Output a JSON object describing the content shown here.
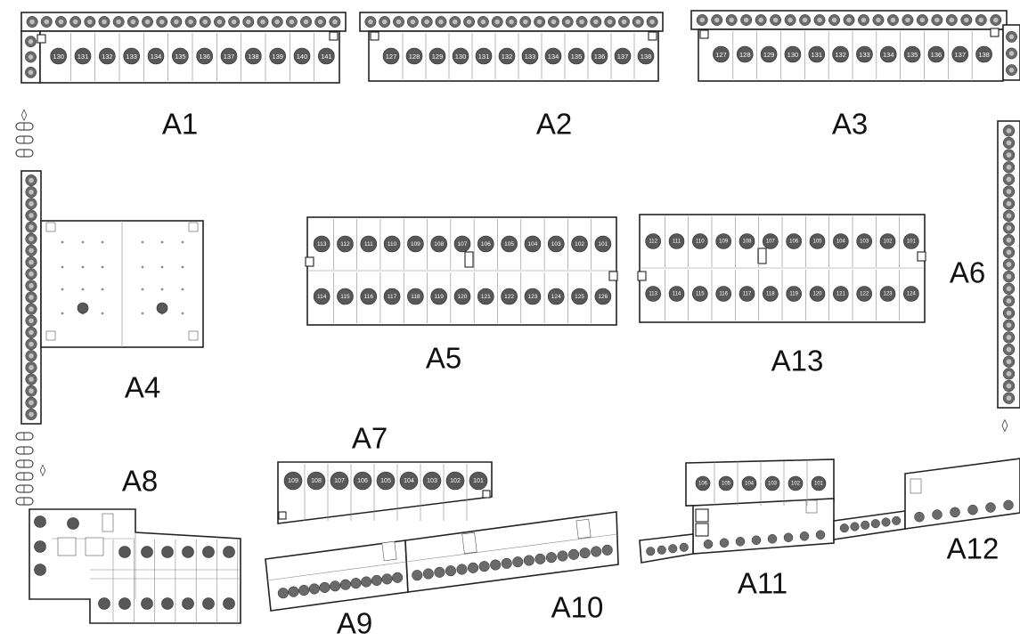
{
  "labels": {
    "A1": "A1",
    "A2": "A2",
    "A3": "A3",
    "A4": "A4",
    "A5": "A5",
    "A6": "A6",
    "A7": "A7",
    "A8": "A8",
    "A9": "A9",
    "A10": "A10",
    "A11": "A11",
    "A12": "A12",
    "A13": "A13"
  },
  "blocks": {
    "A1": {
      "units": [
        "130",
        "131",
        "132",
        "133",
        "134",
        "135",
        "136",
        "137",
        "138",
        "139",
        "140",
        "141"
      ]
    },
    "A2": {
      "units": [
        "127",
        "128",
        "129",
        "130",
        "131",
        "132",
        "133",
        "134",
        "135",
        "136",
        "137",
        "138"
      ]
    },
    "A3": {
      "units": [
        "127",
        "128",
        "129",
        "130",
        "131",
        "132",
        "133",
        "134",
        "135",
        "136",
        "137",
        "138"
      ]
    },
    "A5": {
      "top_row": [
        "113",
        "112",
        "111",
        "110",
        "109",
        "108",
        "107",
        "106",
        "105",
        "104",
        "103",
        "102",
        "101"
      ],
      "bottom_row": [
        "114",
        "115",
        "116",
        "117",
        "118",
        "119",
        "120",
        "121",
        "122",
        "123",
        "124",
        "125",
        "126"
      ]
    },
    "A13": {
      "top_row": [
        "112",
        "111",
        "110",
        "109",
        "108",
        "107",
        "106",
        "105",
        "104",
        "103",
        "102",
        "101"
      ],
      "bottom_row": [
        "113",
        "114",
        "115",
        "116",
        "117",
        "118",
        "119",
        "120",
        "121",
        "122",
        "123",
        "124"
      ]
    },
    "A7": {
      "units": [
        "109",
        "108",
        "107",
        "106",
        "105",
        "104",
        "103",
        "102",
        "101"
      ]
    },
    "A11": {
      "units": [
        "106",
        "105",
        "104",
        "103",
        "102",
        "101"
      ]
    }
  }
}
